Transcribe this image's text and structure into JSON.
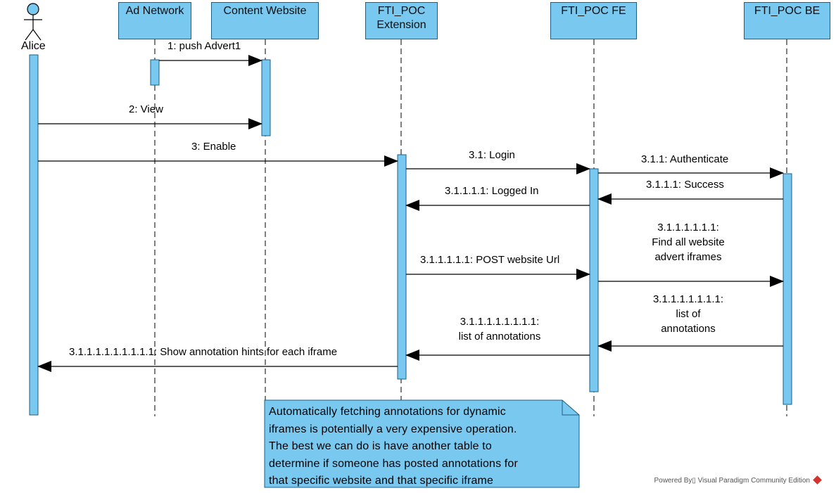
{
  "actor": {
    "name": "Alice"
  },
  "lifelines": [
    {
      "id": "ad-network",
      "label": "Ad Network"
    },
    {
      "id": "content-website",
      "label": "Content Website"
    },
    {
      "id": "fti-poc-extension",
      "label_lines": [
        "FTI_POC",
        "Extension"
      ]
    },
    {
      "id": "fti-poc-fe",
      "label": "FTI_POC FE"
    },
    {
      "id": "fti-poc-be",
      "label": "FTI_POC BE"
    }
  ],
  "messages": {
    "m1": "1: push Advert1",
    "m2": "2: View",
    "m3": "3: Enable",
    "m31": "3.1: Login",
    "m311": "3.1.1: Authenticate",
    "m3111": "3.1.1.1: Success",
    "m31111": "3.1.1.1.1: Logged In",
    "m311111_post": "3.1.1.1.1.1: POST website Url",
    "m_find": [
      "3.1.1.1.1.1.1:",
      "Find all website",
      "advert iframes"
    ],
    "m_list_be": [
      "3.1.1.1.1.1.1.1:",
      "list of",
      "annotations"
    ],
    "m_list_fe": [
      "3.1.1.1.1.1.1.1.1:",
      "list of annotations"
    ],
    "m_show": "3.1.1.1.1.1.1.1.1.1: Show annotation hints for each iframe"
  },
  "note": {
    "lines": [
      "Automatically fetching annotations for dynamic",
      "iframes is potentially a very expensive operation.",
      "The best we can do is have another table to",
      "determine if someone has posted annotations for",
      "that specific website and that specific iframe"
    ]
  },
  "footer": {
    "text": "Powered By▯ Visual Paradigm Community Edition"
  },
  "colors": {
    "box_fill": "#78c8f0",
    "box_stroke": "#1d5f86",
    "line": "#000000"
  }
}
